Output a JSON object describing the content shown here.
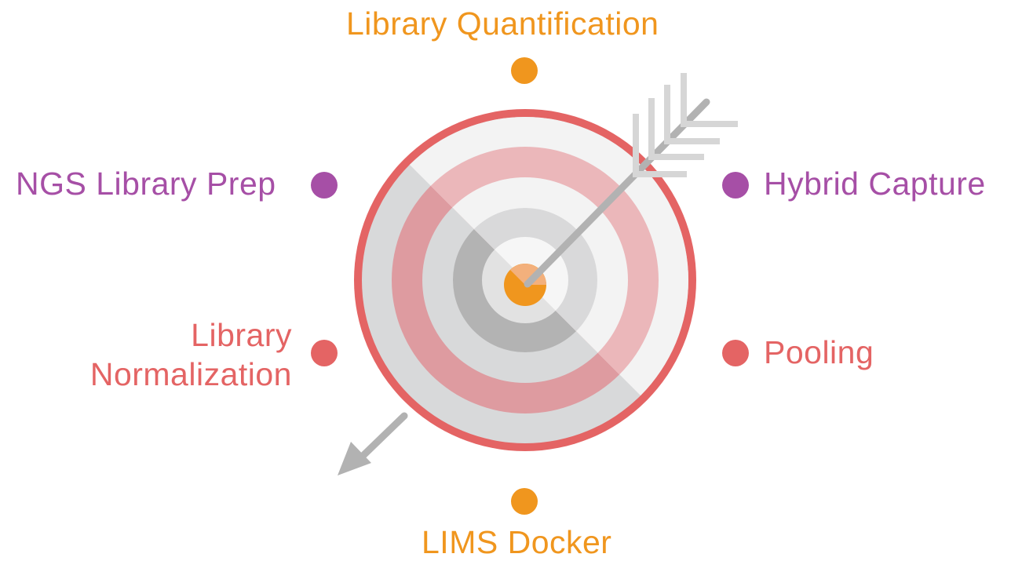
{
  "colors": {
    "orange": "#f0961e",
    "purple": "#a64fa6",
    "coral": "#e46464",
    "target_outer_ring": "#e46464",
    "target_pink_light": "#ebb6b9",
    "target_pink_dark": "#dd9a9f",
    "target_gray_light": "#dddedf",
    "target_gray_mid": "#c7c8c9",
    "target_gray_dark": "#b2b2b2",
    "target_white": "#f3f3f3",
    "arrow": "#b2b2b2",
    "feather": "#d6d6d6",
    "bullseye": "#f0961e",
    "bullseye_light": "#f3b07c"
  },
  "labels": {
    "top": "Library Quantification",
    "upper_left": "NGS Library Prep",
    "upper_right": "Hybrid Capture",
    "lower_left_line1": "Library",
    "lower_left_line2": "Normalization",
    "lower_right": "Pooling",
    "bottom": "LIMS Docker"
  },
  "icons": {
    "center": "target-with-arrow-icon"
  }
}
